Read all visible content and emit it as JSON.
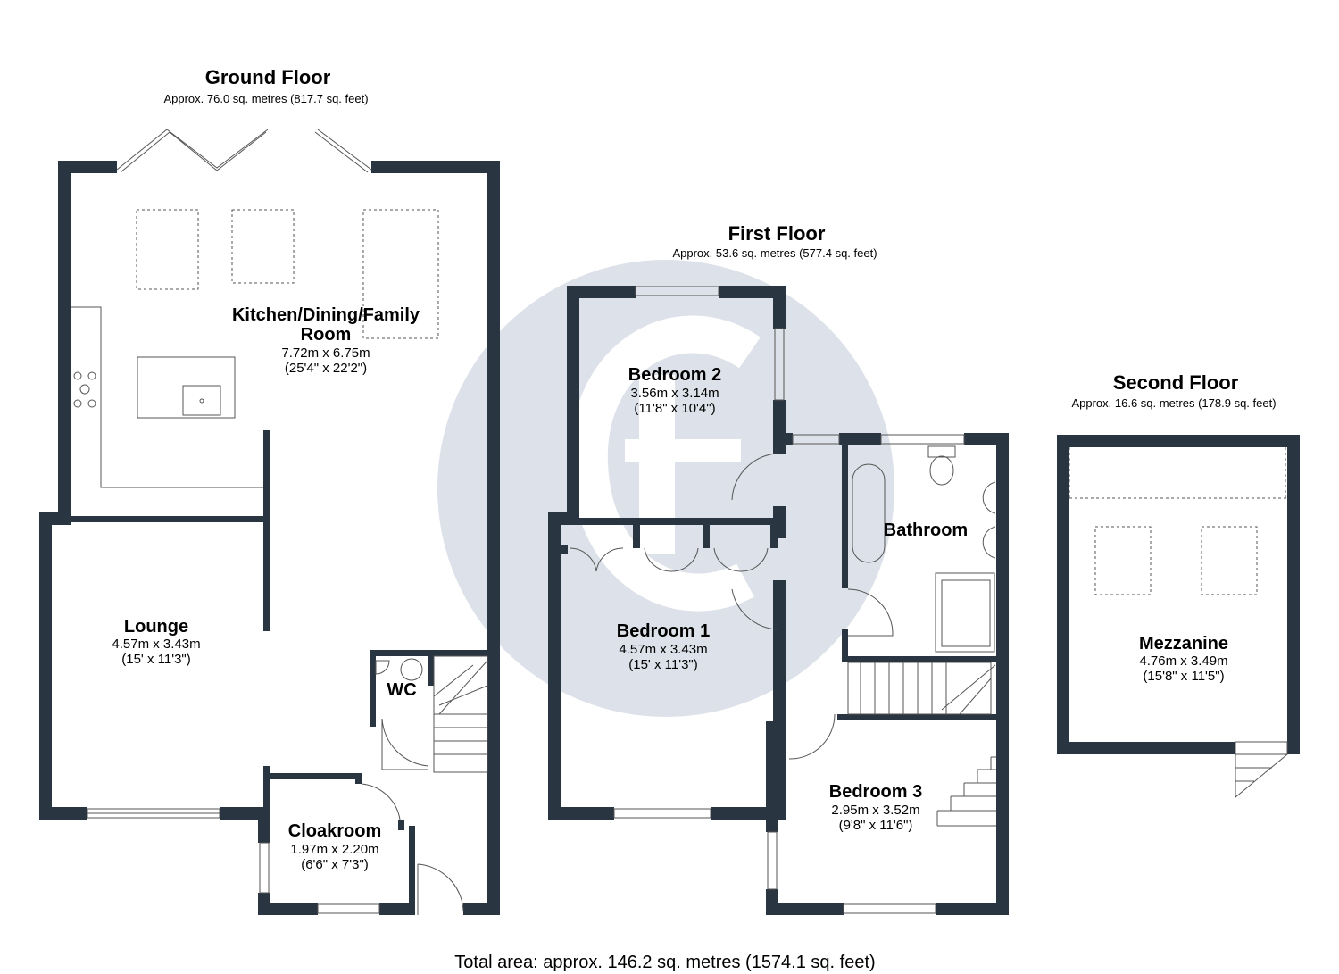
{
  "floors": {
    "ground": {
      "title": "Ground Floor",
      "area": "Approx. 76.0 sq. metres (817.7 sq. feet)"
    },
    "first": {
      "title": "First Floor",
      "area": "Approx. 53.6 sq. metres (577.4 sq. feet)"
    },
    "second": {
      "title": "Second Floor",
      "area": "Approx. 16.6 sq. metres (178.9 sq. feet)"
    }
  },
  "rooms": {
    "kitchen": {
      "name_line1": "Kitchen/Dining/Family",
      "name_line2": "Room",
      "metric": "7.72m x 6.75m",
      "imperial": "(25'4\" x 22'2\")"
    },
    "lounge": {
      "name": "Lounge",
      "metric": "4.57m x 3.43m",
      "imperial": "(15' x 11'3\")"
    },
    "wc": {
      "name": "WC"
    },
    "cloakroom": {
      "name": "Cloakroom",
      "metric": "1.97m x 2.20m",
      "imperial": "(6'6\" x 7'3\")"
    },
    "bedroom2": {
      "name": "Bedroom 2",
      "metric": "3.56m x 3.14m",
      "imperial": "(11'8\" x 10'4\")"
    },
    "bedroom1": {
      "name": "Bedroom 1",
      "metric": "4.57m x 3.43m",
      "imperial": "(15' x 11'3\")"
    },
    "bathroom": {
      "name": "Bathroom"
    },
    "bedroom3": {
      "name": "Bedroom 3",
      "metric": "2.95m x 3.52m",
      "imperial": "(9'8\" x 11'6\")"
    },
    "mezzanine": {
      "name": "Mezzanine",
      "metric": "4.76m x 3.49m",
      "imperial": "(15'8\" x 11'5\")"
    }
  },
  "total": "Total area: approx. 146.2 sq. metres (1574.1 sq. feet)",
  "colors": {
    "wall": "#2a3542",
    "watermark": "#dde1e9",
    "fixture": "#555555"
  }
}
